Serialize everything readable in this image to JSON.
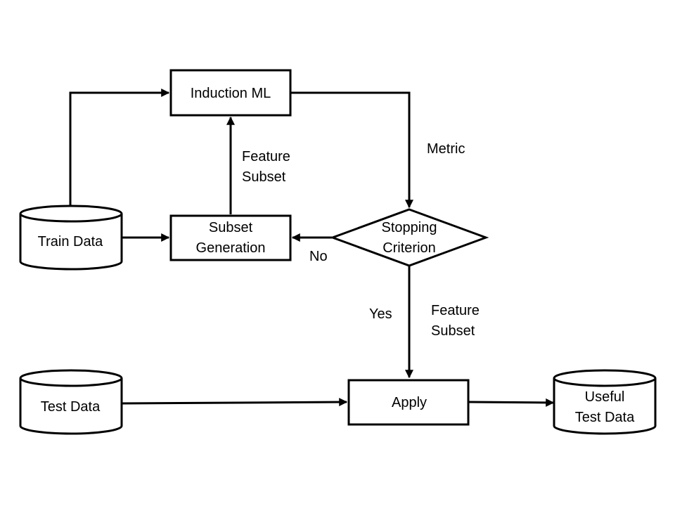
{
  "nodes": {
    "induction_ml": "Induction ML",
    "subset_generation": [
      "Subset",
      "Generation"
    ],
    "stopping_criterion": [
      "Stopping",
      "Criterion"
    ],
    "train_data": "Train Data",
    "test_data": "Test Data",
    "apply": "Apply",
    "useful_test_data": [
      "Useful",
      "Test Data"
    ]
  },
  "edge_labels": {
    "feature_subset_upper": [
      "Feature",
      "Subset"
    ],
    "metric": "Metric",
    "no": "No",
    "yes": "Yes",
    "feature_subset_lower": [
      "Feature",
      "Subset"
    ]
  }
}
